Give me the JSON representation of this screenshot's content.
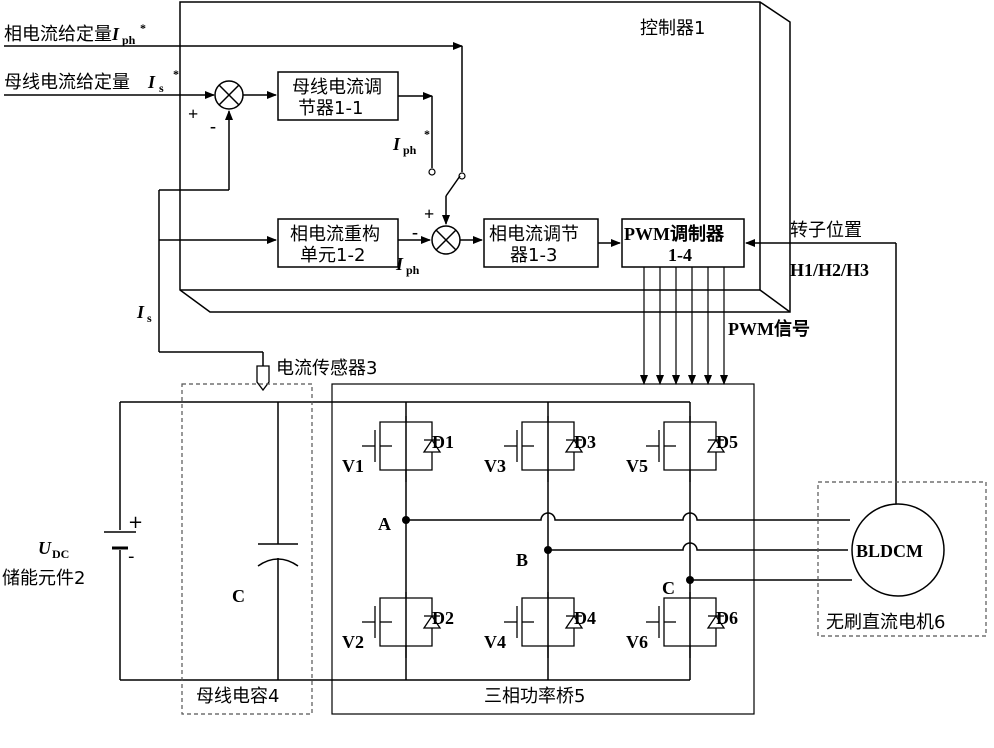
{
  "controller_title": "控制器1",
  "inputs": {
    "phase_ref": "相电流给定量",
    "bus_ref": "母线电流给定量"
  },
  "symbols": {
    "I": "I",
    "ph": "ph",
    "s": "s",
    "star": "*",
    "U": "U",
    "DC": "DC"
  },
  "signs": {
    "plus": "+",
    "minus": "-"
  },
  "blocks": {
    "bus_regulator_line1": "母线电流调",
    "bus_regulator_line2": "节器1-1",
    "reconstruct_line1": "相电流重构",
    "reconstruct_line2": "单元1-2",
    "phase_regulator_line1": "相电流调节",
    "phase_regulator_line2": "器1-3",
    "pwm_line1": "PWM调制器",
    "pwm_line2": "1-4"
  },
  "labels": {
    "rotor_position": "转子位置",
    "hall": "H1/H2/H3",
    "pwm_signal": "PWM信号",
    "current_sensor": "电流传感器3",
    "storage": "储能元件2",
    "capacitor": "C",
    "bus_capacitor": "母线电容4",
    "bridge": "三相功率桥5",
    "motor_name": "BLDCM",
    "motor_caption": "无刷直流电机6",
    "node_a": "A",
    "node_b": "B",
    "node_c": "C"
  },
  "switches": [
    "V1",
    "V2",
    "V3",
    "V4",
    "V5",
    "V6"
  ],
  "diodes": [
    "D1",
    "D2",
    "D3",
    "D4",
    "D5",
    "D6"
  ]
}
